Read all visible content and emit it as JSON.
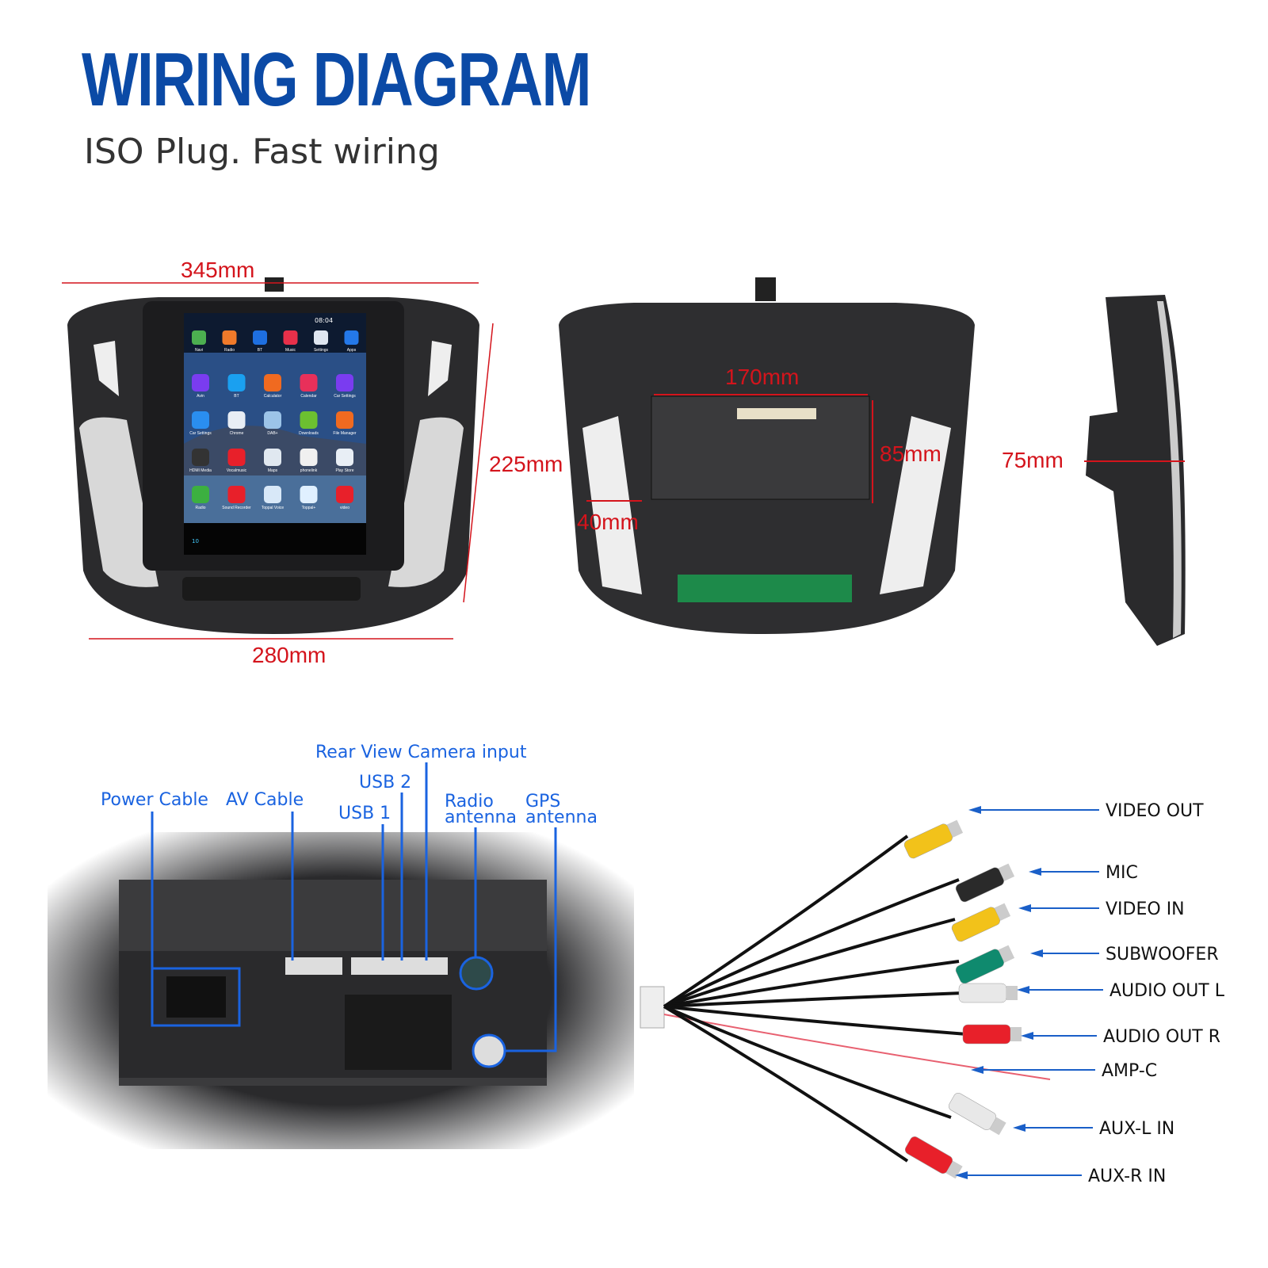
{
  "header": {
    "title": "WIRING DIAGRAM",
    "subtitle": "ISO Plug. Fast wiring"
  },
  "dimensions": {
    "width_top": "345mm",
    "height": "225mm",
    "width_bottom": "280mm",
    "inner_width": "170mm",
    "inner_height": "85mm",
    "inner_offset": "40mm",
    "depth": "75mm"
  },
  "screen": {
    "time": "08:04",
    "volume": "10",
    "dock": [
      "Navi",
      "Radio",
      "BT",
      "Music",
      "Settings",
      "Apps"
    ],
    "dock_colors": [
      "#4caf50",
      "#f07a2a",
      "#1e6fe0",
      "#e8304a",
      "#dfe6f0",
      "#2478e8"
    ],
    "apps": [
      "Avin",
      "BT",
      "Calculator",
      "Calendar",
      "Car Settings",
      "Car Settings",
      "Chrome",
      "DAB+",
      "Downloads",
      "File Manager",
      "HDMI Media",
      "Vocalmusic",
      "Maps",
      "phonelink",
      "Play Store",
      "Radio",
      "Sound Recorder",
      "Toppal Voice",
      "Toppal+",
      "video"
    ],
    "app_colors": [
      "#7a3cf0",
      "#1aa0f0",
      "#f06a20",
      "#e8305a",
      "#7a3cf0",
      "#2a8ef0",
      "#e8eef5",
      "#9cc4e8",
      "#6cc030",
      "#f06a20",
      "#333",
      "#e8202a",
      "#e0e8f0",
      "#f0f0f0",
      "#e8eef5",
      "#3cb040",
      "#e8202a",
      "#d8e8f8",
      "#e0f0ff",
      "#e8202a"
    ]
  },
  "ports": {
    "rear_camera": "Rear View Camera input",
    "usb2": "USB 2",
    "power": "Power Cable",
    "av": "AV Cable",
    "usb1": "USB 1",
    "radio_1": "Radio",
    "radio_2": "antenna",
    "gps_1": "GPS",
    "gps_2": "antenna"
  },
  "cable": {
    "labels": [
      "VIDEO OUT",
      "MIC",
      "VIDEO IN",
      "SUBWOOFER",
      "AUDIO OUT L",
      "AUDIO OUT R",
      "AMP-C",
      "AUX-L IN",
      "AUX-R IN"
    ],
    "plug_colors": [
      "#f2c21a",
      "#2a2a2a",
      "#f2c21a",
      "#0f8a6e",
      "#e8e8e8",
      "#e8202a",
      "#e86070",
      "#e8e8e8",
      "#e8202a"
    ]
  },
  "colors": {
    "title": "#0b4aa6",
    "dimension": "#d4141c",
    "port_label": "#1a63e0"
  }
}
